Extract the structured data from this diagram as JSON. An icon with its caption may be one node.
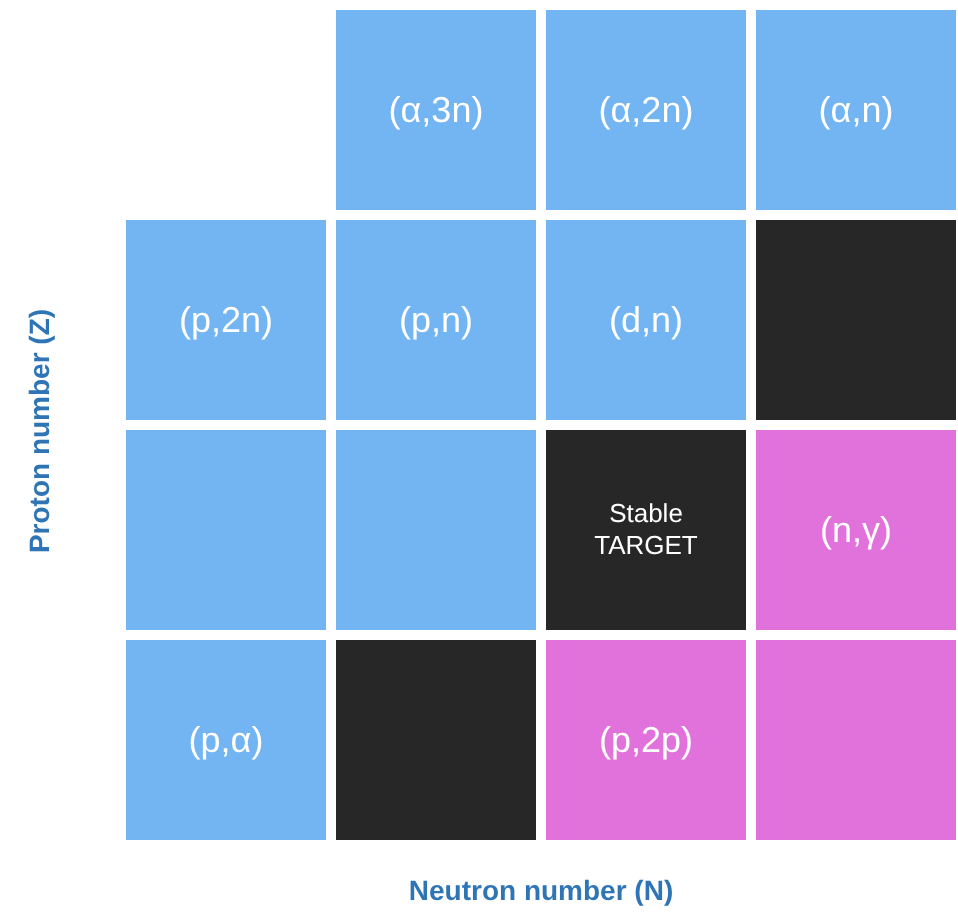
{
  "diagram": {
    "nodes": [
      {
        "text": [
          "(α,3n)"
        ]
      },
      {
        "text": [
          "(α,2n)"
        ]
      },
      {
        "text": [
          "(α,n)"
        ]
      },
      {
        "text": [
          "(p,2n)"
        ]
      },
      {
        "text": [
          "(p,n)"
        ]
      },
      {
        "text": [
          "(d,n)"
        ]
      },
      {
        "text": [],
        "shape": "box"
      },
      {
        "text": [],
        "shape": "box"
      },
      {
        "text": [],
        "shape": "box"
      },
      {
        "text": [
          "Stable TARGET"
        ]
      },
      {
        "text": [
          "(n,γ)"
        ]
      },
      {
        "text": [
          "(p,α)"
        ]
      },
      {
        "text": [],
        "shape": "box"
      },
      {
        "text": [
          "(p,2p)"
        ]
      },
      {
        "text": [],
        "shape": "box"
      }
    ],
    "labels": [
      "Proton number (Z)",
      "Neutron number (N)"
    ]
  }
}
